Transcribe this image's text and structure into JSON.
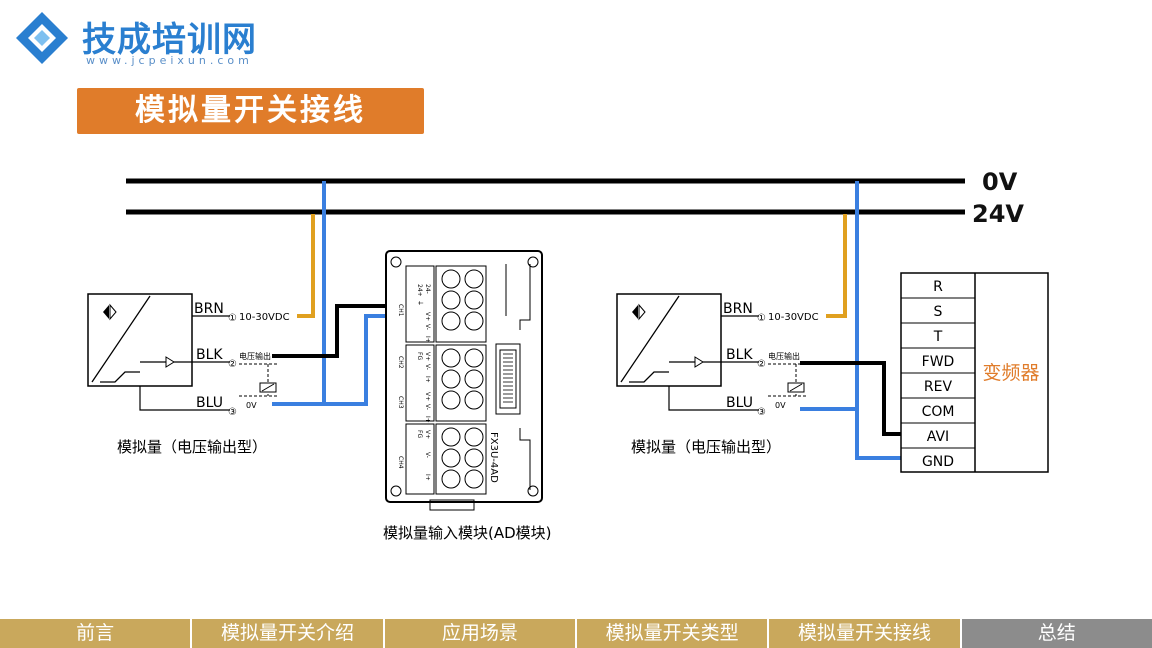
{
  "logo": {
    "name": "技成培训网",
    "url": "www.jcpeixun.com"
  },
  "title": "模拟量开关接线",
  "rails": {
    "zero": "0V",
    "plus": "24V"
  },
  "sensor_left": {
    "brn": "BRN",
    "blk": "BLK",
    "blu": "BLU",
    "pin1": "①",
    "pin2": "②",
    "pin3": "③",
    "supply": "10-30VDC",
    "output": "电压输出",
    "zero": "0V",
    "caption": "模拟量（电压输出型）"
  },
  "sensor_right": {
    "brn": "BRN",
    "blk": "BLK",
    "blu": "BLU",
    "pin1": "①",
    "pin2": "②",
    "pin3": "③",
    "supply": "10-30VDC",
    "output": "电压输出",
    "zero": "0V",
    "caption": "模拟量（电压输出型）"
  },
  "ad_module": {
    "model": "FX3U-4AD",
    "caption": "模拟量输入模块(AD模块)",
    "terminals": [
      "24+",
      "24-",
      "⏚",
      "V+",
      "V-",
      "I+",
      "FG",
      "V+",
      "V-",
      "I+",
      "V+",
      "V-",
      "I+",
      "FG",
      "V+",
      "V-",
      "I+"
    ],
    "channels": [
      "CH1",
      "CH2",
      "CH3",
      "CH4"
    ]
  },
  "inverter": {
    "terminals": [
      "R",
      "S",
      "T",
      "FWD",
      "REV",
      "COM",
      "AVI",
      "GND"
    ],
    "label": "变频器"
  },
  "colors": {
    "brown_wire": "#e0a020",
    "blue_wire": "#3a7fe0",
    "accent": "#e07c2a"
  },
  "nav": [
    "前言",
    "模拟量开关介绍",
    "应用场景",
    "模拟量开关类型",
    "模拟量开关接线",
    "总结"
  ]
}
